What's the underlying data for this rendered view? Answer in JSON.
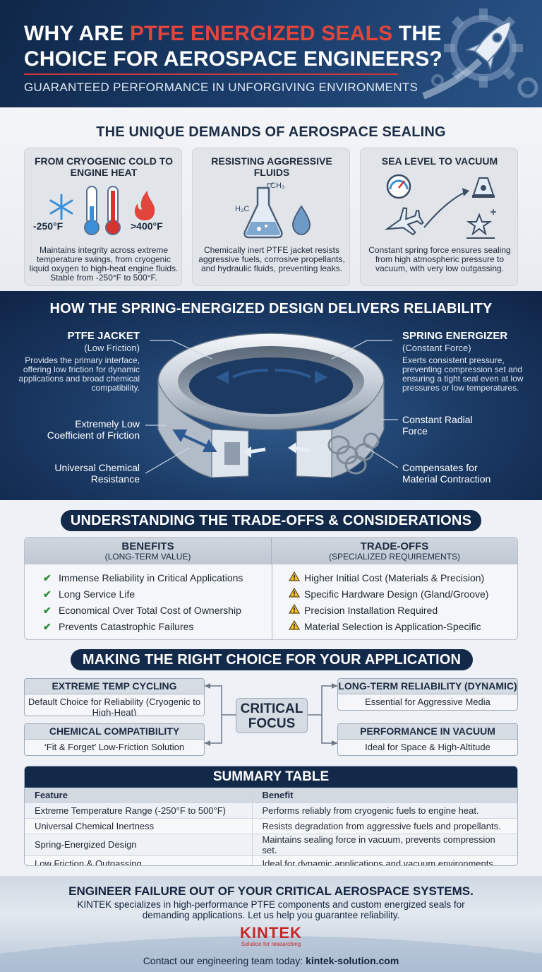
{
  "header": {
    "title_part1": "WHY ARE ",
    "title_highlight": "PTFE ENERGIZED SEALS",
    "title_part2": " THE CHOICE FOR AEROSPACE ENGINEERS?",
    "subtitle": "GUARANTEED PERFORMANCE IN UNFORGIVING ENVIRONMENTS"
  },
  "demands": {
    "title": "THE UNIQUE DEMANDS OF AEROSPACE SEALING",
    "cards": [
      {
        "title": "FROM CRYOGENIC COLD TO ENGINE HEAT",
        "desc": "Maintains integrity across extreme temperature swings, from cryogenic liquid oxygen to high-heat engine fluids. Stable from -250°F to 500°F.",
        "temp_low": "-250°F",
        "temp_high": ">400°F",
        "icons": [
          "snowflake-icon",
          "thermometer-cold-icon",
          "thermometer-hot-icon",
          "flame-icon"
        ]
      },
      {
        "title": "RESISTING AGGRESSIVE FLUIDS",
        "desc": "Chemically inert PTFE jacket resists aggressive fuels, corrosive propellants, and hydraulic fluids, preventing leaks.",
        "chem_label_1": "CH₃",
        "chem_label_2": "H₃C",
        "icons": [
          "flask-icon",
          "droplet-icon"
        ]
      },
      {
        "title": "SEA LEVEL TO VACUUM",
        "desc": "Constant spring force ensures sealing from high atmospheric pressure to vacuum, with very low outgassing.",
        "icons": [
          "gauge-icon",
          "capsule-icon",
          "airplane-icon",
          "star-icon"
        ]
      }
    ]
  },
  "design": {
    "title": "HOW THE SPRING-ENERGIZED DESIGN DELIVERS RELIABILITY",
    "jacket_title": "PTFE JACKET",
    "jacket_sub": "(Low Friction)",
    "jacket_desc": "Provides the primary interface, offering low friction for dynamic applications and broad chemical compatibility.",
    "spring_title": "SPRING ENERGIZER",
    "spring_sub": "(Constant Force)",
    "spring_desc": "Exerts consistent pressure, preventing compression set and ensuring a tight seal even at low pressures or low temperatures.",
    "left_callouts": [
      "Extremely Low Coefficient of Friction",
      "Universal Chemical Resistance"
    ],
    "right_callouts": [
      "Constant Radial Force",
      "Compensates for Material Contraction"
    ]
  },
  "tradeoffs": {
    "title": "UNDERSTANDING THE TRADE-OFFS & CONSIDERATIONS",
    "benefits_title": "BENEFITS",
    "benefits_sub": "(LONG-TERM VALUE)",
    "benefits": [
      "Immense Reliability in Critical Applications",
      "Long Service Life",
      "Economical Over Total Cost of Ownership",
      "Prevents Catastrophic Failures"
    ],
    "tradeoffs_title": "TRADE-OFFS",
    "tradeoffs_sub": "(SPECIALIZED REQUIREMENTS)",
    "tradeoffs": [
      "Higher Initial Cost (Materials & Precision)",
      "Specific Hardware Design (Gland/Groove)",
      "Precision Installation Required",
      "Material Selection is Application-Specific"
    ]
  },
  "choice": {
    "title": "MAKING THE RIGHT CHOICE FOR YOUR APPLICATION",
    "center": "CRITICAL FOCUS",
    "options": [
      {
        "title": "EXTREME TEMP CYCLING",
        "desc": "Default Choice for Reliability (Cryogenic to High-Heat)"
      },
      {
        "title": "CHEMICAL COMPATIBILITY",
        "desc": "‘Fit & Forget’ Low-Friction Solution"
      },
      {
        "title": "LONG-TERM RELIABILITY (DYNAMIC)",
        "desc": "Essential for Aggressive Media"
      },
      {
        "title": "PERFORMANCE IN VACUUM",
        "desc": "Ideal for Space & High-Altitude"
      }
    ]
  },
  "summary": {
    "title": "SUMMARY TABLE",
    "headers": [
      "Feature",
      "Benefit"
    ],
    "rows": [
      [
        "Extreme Temperature Range (-250°F to 500°F)",
        "Performs reliably from cryogenic fuels to engine heat."
      ],
      [
        "Universal Chemical Inertness",
        "Resists degradation from aggressive fuels and propellants."
      ],
      [
        "Spring-Energized Design",
        "Maintains sealing force in vacuum, prevents compression set."
      ],
      [
        "Low Friction & Outgassing",
        "Ideal for dynamic applications and vacuum environments."
      ]
    ]
  },
  "footer": {
    "headline": "ENGINEER FAILURE OUT OF YOUR CRITICAL AEROSPACE SYSTEMS.",
    "body": "KINTEK specializes in high-performance PTFE components and custom energized seals for demanding applications. Let us help you guarantee reliability.",
    "logo_name": "KINTEK",
    "logo_tagline": "Solution for researching",
    "contact_prefix": "Contact our engineering team today: ",
    "contact_site": "kintek-solution.com"
  },
  "colors": {
    "navy": "#13294a",
    "accent_red": "#e2453c",
    "check_green": "#2e8b3a",
    "warn_yellow": "#f2c12e"
  }
}
